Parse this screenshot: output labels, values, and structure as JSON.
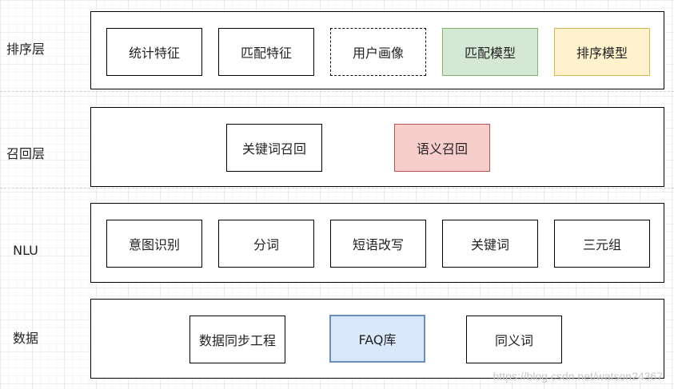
{
  "layers": {
    "ranking": {
      "label": "排序层",
      "nodes": [
        "统计特征",
        "匹配特征",
        "用户画像",
        "匹配模型",
        "排序模型"
      ]
    },
    "recall": {
      "label": "召回层",
      "nodes": [
        "关键词召回",
        "语义召回"
      ]
    },
    "nlu": {
      "label": "NLU",
      "nodes": [
        "意图识别",
        "分词",
        "短语改写",
        "关键词",
        "三元组"
      ]
    },
    "data": {
      "label": "数据",
      "nodes": [
        "数据同步工程",
        "FAQ库",
        "同义词"
      ]
    }
  },
  "style": {
    "match_model_fill": "#d5e8d4",
    "ranking_model_fill": "#fff2cc",
    "semantic_recall_fill": "#f8cecc",
    "faq_fill": "#dae8fc"
  },
  "watermark": "https://blog.csdn.net/watson24367"
}
